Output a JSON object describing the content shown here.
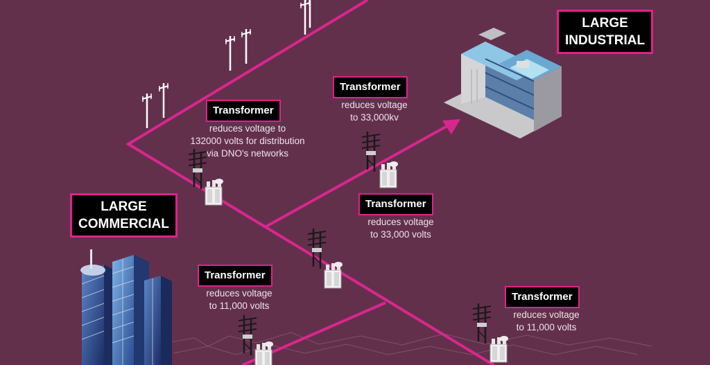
{
  "colors": {
    "background": "#63304c",
    "line": "#d9268e",
    "label_bg": "#000000",
    "label_border": "#e0218a",
    "text": "#ffffff"
  },
  "consumers": {
    "large_industrial": [
      "LARGE",
      "INDUSTRIAL"
    ],
    "large_commercial": [
      "LARGE",
      "COMMERCIAL"
    ]
  },
  "transformers": [
    {
      "title": "Transformer",
      "desc": [
        "reduces voltage  to",
        "132000 volts for distribution",
        "via DNO's networks"
      ]
    },
    {
      "title": "Transformer",
      "desc": [
        "reduces voltage",
        "to 33,000kv"
      ]
    },
    {
      "title": "Transformer",
      "desc": [
        "reduces voltage",
        "to 33,000 volts"
      ]
    },
    {
      "title": "Transformer",
      "desc": [
        "reduces voltage",
        "to 11,000 volts"
      ]
    },
    {
      "title": "Transformer",
      "desc": [
        "reduces voltage",
        "to 11,000 volts"
      ]
    }
  ]
}
